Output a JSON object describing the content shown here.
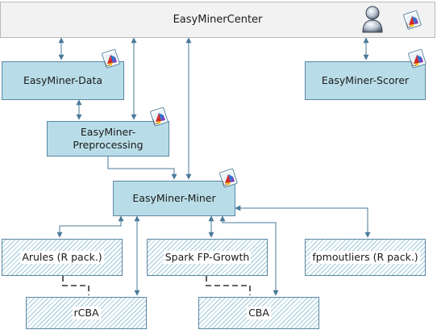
{
  "nodes": {
    "center": "EasyMinerCenter",
    "data": "EasyMiner-Data",
    "scorer": "EasyMiner-Scorer",
    "preprocessing_line1": "EasyMiner-",
    "preprocessing_line2": "Preprocessing",
    "miner": "EasyMiner-Miner",
    "arules": "Arules (R pack.)",
    "spark": "Spark FP-Growth",
    "fpmoutliers": "fpmoutliers (R pack.)",
    "rcba": "rCBA",
    "cba": "CBA"
  },
  "icons": [
    "user-icon",
    "app-window-icon"
  ],
  "colors": {
    "solid_box": "#b9dde8",
    "hatch": "#9cc8d9",
    "border": "#5a86a3",
    "top_bar": "#f2f2f2",
    "connector": "#4a7a99"
  }
}
